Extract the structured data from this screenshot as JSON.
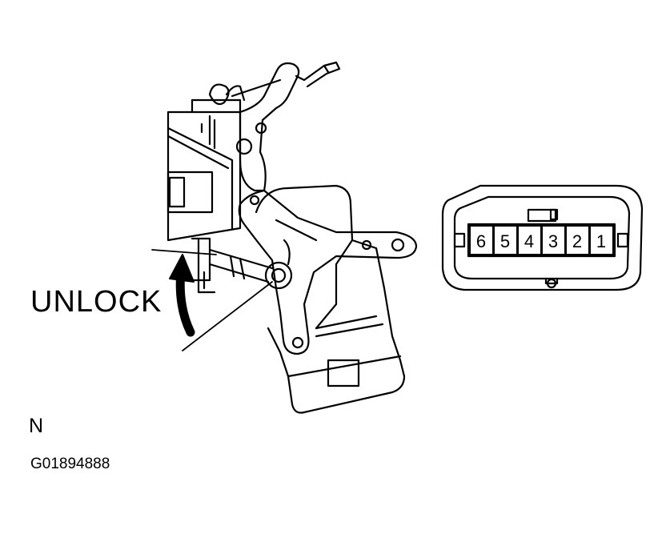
{
  "diagram": {
    "direction_label": "UNLOCK",
    "position_label": "N",
    "figure_code": "G01894888"
  },
  "connector": {
    "pins": [
      "6",
      "5",
      "4",
      "3",
      "2",
      "1"
    ]
  },
  "colors": {
    "line": "#000000",
    "background": "#ffffff"
  }
}
